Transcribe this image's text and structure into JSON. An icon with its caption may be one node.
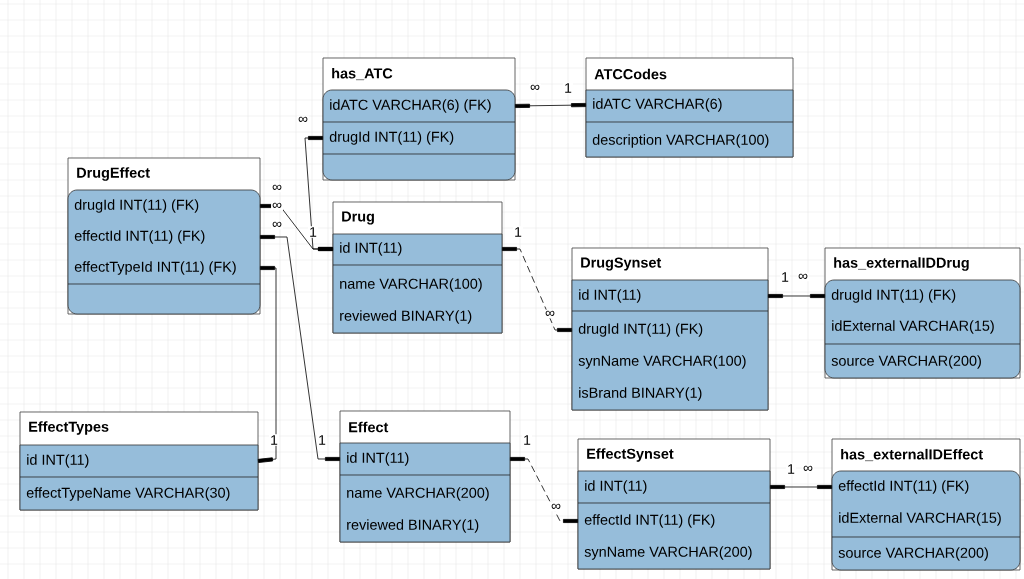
{
  "diagram": {
    "nodes": [
      {
        "text": [
          "has_ATC",
          "idATC VARCHAR(6) (FK)",
          "drugId INT(11) (FK)"
        ]
      },
      {
        "text": [
          "ATCCodes",
          "idATC VARCHAR(6)",
          "description VARCHAR(100)"
        ]
      },
      {
        "text": [
          "DrugEffect",
          "drugId INT(11) (FK)",
          "effectId INT(11) (FK)",
          "effectTypeId INT(11) (FK)"
        ]
      },
      {
        "text": [
          "Drug",
          "id INT(11)",
          "name VARCHAR(100)",
          "reviewed BINARY(1)"
        ]
      },
      {
        "text": [
          "DrugSynset",
          "id INT(11)",
          "drugId INT(11) (FK)",
          "synName VARCHAR(100)",
          "isBrand BINARY(1)"
        ]
      },
      {
        "text": [
          "has_externalIDDrug",
          "drugId INT(11) (FK)",
          "idExternal VARCHAR(15)",
          "source VARCHAR(200)"
        ]
      },
      {
        "text": [
          "EffectTypes",
          "id INT(11)",
          "effectTypeName VARCHAR(30)"
        ]
      },
      {
        "text": [
          "Effect",
          "id INT(11)",
          "name VARCHAR(200)",
          "reviewed BINARY(1)"
        ]
      },
      {
        "text": [
          "EffectSynset",
          "id INT(11)",
          "effectId INT(11) (FK)",
          "synName VARCHAR(200)"
        ]
      },
      {
        "text": [
          "has_externalIDEffect",
          "effectId INT(11) (FK)",
          "idExternal VARCHAR(15)",
          "source VARCHAR(200)"
        ]
      }
    ],
    "edges": [
      {
        "from": 0,
        "to": 1,
        "arrow": "other"
      },
      {
        "from": 0,
        "to": 3,
        "arrow": "other"
      },
      {
        "from": 2,
        "to": 3,
        "arrow": "other"
      },
      {
        "from": 2,
        "to": 7,
        "arrow": "other"
      },
      {
        "from": 2,
        "to": 6,
        "arrow": "other"
      },
      {
        "from": 3,
        "to": 4,
        "arrow": "other",
        "style": "dashed"
      },
      {
        "from": 4,
        "to": 5,
        "arrow": "other"
      },
      {
        "from": 7,
        "to": 8,
        "arrow": "other",
        "style": "dashed"
      },
      {
        "from": 8,
        "to": 9,
        "arrow": "other"
      }
    ],
    "labels": [
      "∞",
      "1",
      "∞",
      "∞",
      "∞",
      "∞",
      "1",
      "1",
      "1",
      "∞",
      "∞",
      "1",
      "1",
      "1",
      "1",
      "∞",
      "∞"
    ]
  }
}
